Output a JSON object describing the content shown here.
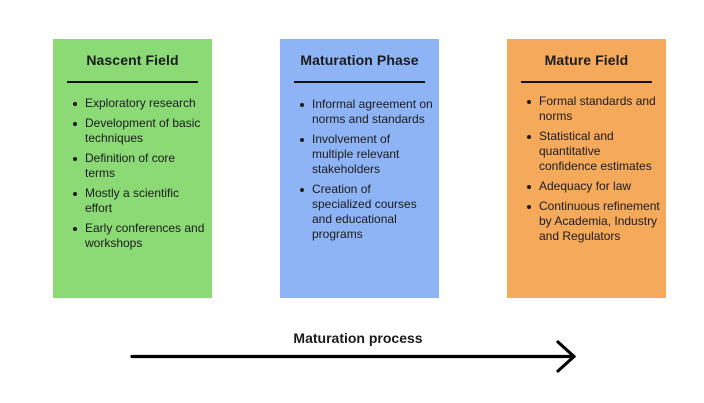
{
  "stages": [
    {
      "title": "Nascent Field",
      "color": "#8bda76",
      "items": [
        "Exploratory research",
        "Development of basic techniques",
        "Definition of core terms",
        "Mostly a scientific effort",
        "Early conferences and workshops"
      ]
    },
    {
      "title": "Maturation Phase",
      "color": "#8fb4f6",
      "items": [
        "Informal agreement on norms and standards",
        "Involvement of multiple relevant stakeholders",
        "Creation of specialized courses and educational programs"
      ]
    },
    {
      "title": "Mature Field",
      "color": "#f4a95b",
      "items": [
        "Formal standards and norms",
        "Statistical and quantitative confidence estimates",
        "Adequacy for law",
        "Continuous refinement by Academia, Industry and Regulators"
      ]
    }
  ],
  "process": {
    "label": "Maturation process"
  }
}
